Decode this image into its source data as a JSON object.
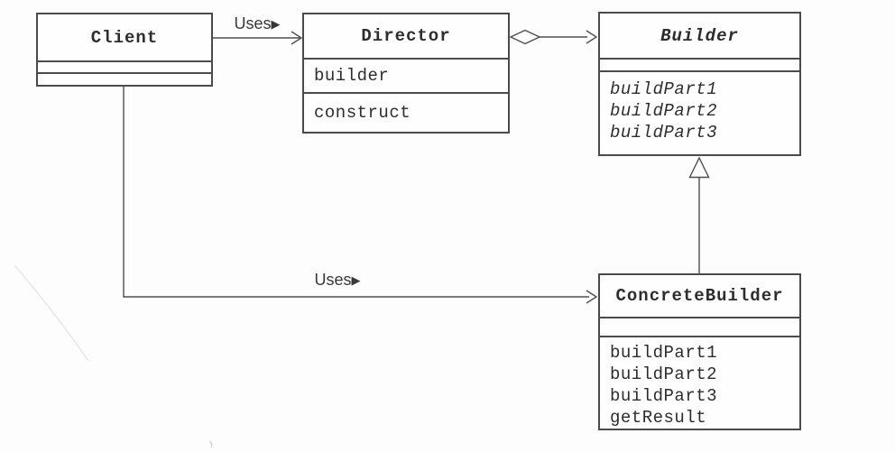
{
  "diagram": {
    "kind": "UML class diagram",
    "pattern": "Builder"
  },
  "colors": {
    "line": "#4e4e4e",
    "box_border": "#4b4b4b",
    "text": "#2d2d2d",
    "background": "#fdfdfd",
    "box_fill": "#fefefe"
  },
  "classes": {
    "client": {
      "name": "Client",
      "attributes": [],
      "methods": []
    },
    "director": {
      "name": "Director",
      "attributes": [
        "builder"
      ],
      "methods": [
        "construct"
      ]
    },
    "builder": {
      "name": "Builder",
      "stereotype": "abstract",
      "attributes": [],
      "methods": [
        "buildPart1",
        "buildPart2",
        "buildPart3"
      ]
    },
    "concrete_builder": {
      "name": "ConcreteBuilder",
      "attributes": [],
      "methods": [
        "buildPart1",
        "buildPart2",
        "buildPart3",
        "getResult"
      ]
    }
  },
  "relations": {
    "client_uses_director": {
      "type": "association",
      "label": "Uses",
      "direction_icon": "▶"
    },
    "director_aggregates_builder": {
      "type": "aggregation"
    },
    "concrete_builder_extends_builder": {
      "type": "generalization"
    },
    "client_uses_concrete_builder": {
      "type": "association",
      "label": "Uses",
      "direction_icon": "▶"
    }
  }
}
